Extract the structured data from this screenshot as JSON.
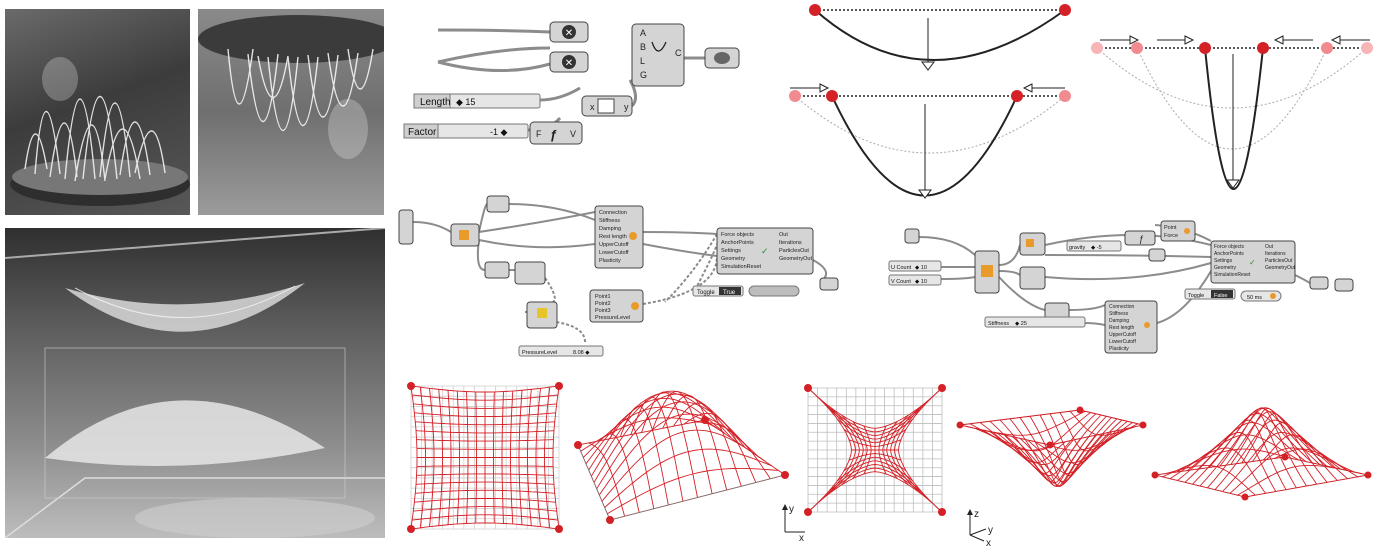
{
  "gh1": {
    "length_label": "Length",
    "length_value": "◆ 15",
    "factor_label": "Factor",
    "factor_value": "-1 ◆",
    "inputs": [
      "A",
      "B",
      "L",
      "G"
    ],
    "output": "C",
    "expr_x": "x",
    "expr_y": "y",
    "expr_f": "F",
    "expr_v": "V"
  },
  "gh2": {
    "goal_inputs": [
      "Connection",
      "Stiffness",
      "Damping",
      "Rest length",
      "UpperCutoff",
      "LowerCutoff",
      "Plasticity"
    ],
    "solver_inputs": [
      "Force objects",
      "AnchorPoints",
      "Settings",
      "Geometry",
      "SimulationReset"
    ],
    "solver_outputs": [
      "Out",
      "Iterations",
      "ParticlesOut",
      "GeometryOut"
    ],
    "point_inputs": [
      "Point1",
      "Point2",
      "Point3",
      "PressureLevel"
    ],
    "toggle_label": "Toggle",
    "toggle_value": "True",
    "pressure_label": "PressureLevel",
    "pressure_value": "8.08 ◆"
  },
  "gh3": {
    "ucount_label": "U Count",
    "ucount_value": "◆ 10",
    "vcount_label": "V Count",
    "vcount_value": "◆ 10",
    "gravity_label": "gravity",
    "gravity_value": "◆ -5",
    "stiffness_label": "Stiffness",
    "stiffness_value": "◆ 25",
    "point_label": "Point",
    "force_label": "Force",
    "timer_value": "50 ms",
    "toggle_label": "Toggle",
    "toggle_value": "False",
    "goal_inputs": [
      "Connection",
      "Stiffness",
      "Damping",
      "Rest length",
      "UpperCutoff",
      "LowerCutoff",
      "Plasticity"
    ],
    "solver_inputs": [
      "Force objects",
      "AnchorPoints",
      "Settings",
      "Geometry",
      "SimulationReset"
    ],
    "solver_outputs": [
      "Out",
      "Iterations",
      "ParticlesOut",
      "GeometryOut"
    ]
  },
  "axes": {
    "plan_x": "x",
    "plan_y": "y",
    "persp_x": "x",
    "persp_y": "y",
    "persp_z": "z"
  },
  "colors": {
    "red": "#d42027",
    "light_red": "#f08c8f",
    "node_grey": "#d4d4d4",
    "wire": "#8c8c8c"
  }
}
